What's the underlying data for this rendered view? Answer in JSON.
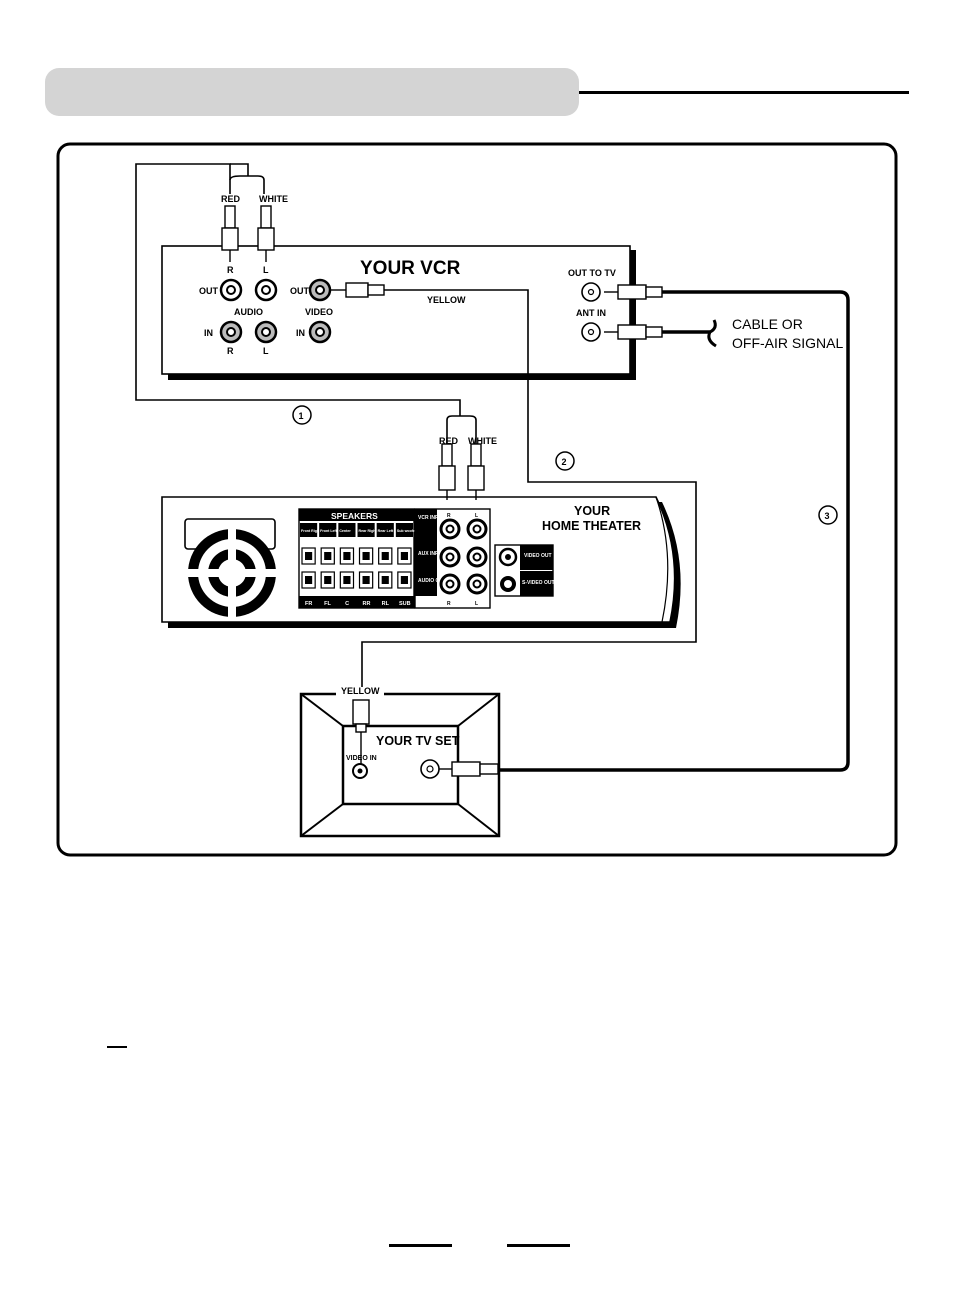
{
  "vcr": {
    "title": "YOUR VCR",
    "cable_red": "RED",
    "cable_white": "WHITE",
    "ch_r": "R",
    "ch_l": "L",
    "audio_out": "OUT",
    "audio": "AUDIO",
    "audio_in": "IN",
    "ch_r2": "R",
    "ch_l2": "L",
    "video_out": "OUT",
    "video": "VIDEO",
    "video_in": "IN",
    "yellow": "YELLOW",
    "out_to_tv": "OUT TO TV",
    "ant_in": "ANT IN"
  },
  "signal": {
    "line1": "CABLE OR",
    "line2": "OFF-AIR SIGNAL"
  },
  "steps": {
    "one": "1",
    "two": "2",
    "three": "3"
  },
  "home_theater": {
    "line1": "YOUR",
    "line2": "HOME THEATER",
    "cable_red": "RED",
    "cable_white": "WHITE",
    "speakers": "SPEAKERS",
    "speaker_headers": [
      "Front Right",
      "Front Left",
      "Center",
      "Rear Right",
      "Rear Left",
      "Sub woofer"
    ],
    "speaker_footers": [
      "FR",
      "FL",
      "C",
      "RR",
      "RL",
      "SUB"
    ],
    "vcr_input": "VCR INPUT",
    "aux_input": "AUX INPUT",
    "audio_out": "AUDIO OUT",
    "col_r": "R",
    "col_l": "L",
    "col_r2": "R",
    "col_l2": "L",
    "video_out": "VIDEO OUT",
    "svideo_out": "S-VIDEO OUT"
  },
  "tv": {
    "title": "YOUR TV SET",
    "yellow": "YELLOW",
    "video_in": "VIDEO IN"
  }
}
